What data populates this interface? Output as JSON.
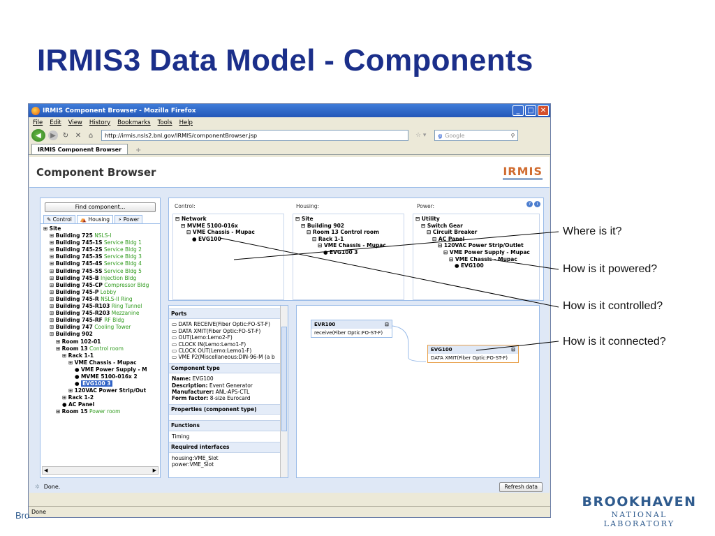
{
  "slide": {
    "title": "IRMIS3 Data Model - Components",
    "callouts": [
      "Where is it?",
      "How is it powered?",
      "How is it controlled?",
      "How is it connected?"
    ],
    "logo_main": "BROOKHAVEN",
    "logo_sub": "NATIONAL LABORATORY",
    "fragment": "Bro"
  },
  "browser": {
    "window_title": "IRMIS Component Browser - Mozilla Firefox",
    "menu": [
      "File",
      "Edit",
      "View",
      "History",
      "Bookmarks",
      "Tools",
      "Help"
    ],
    "url": "http://irmis.nsls2.bnl.gov/IRMIS/componentBrowser.jsp",
    "search_placeholder": "Google",
    "tab_label": "IRMIS Component Browser",
    "status": "Done"
  },
  "app": {
    "page_title": "Component Browser",
    "logo": "IRMIS",
    "find_button": "Find component...",
    "subtabs": [
      "Control",
      "Housing",
      "Power"
    ],
    "tree": [
      {
        "d": 0,
        "t": "Site",
        "x": ""
      },
      {
        "d": 1,
        "t": "Building 725",
        "x": "NSLS-I"
      },
      {
        "d": 1,
        "t": "Building 745-1S",
        "x": "Service Bldg 1"
      },
      {
        "d": 1,
        "t": "Building 745-2S",
        "x": "Service Bldg 2"
      },
      {
        "d": 1,
        "t": "Building 745-3S",
        "x": "Service Bldg 3"
      },
      {
        "d": 1,
        "t": "Building 745-4S",
        "x": "Service Bldg 4"
      },
      {
        "d": 1,
        "t": "Building 745-5S",
        "x": "Service Bldg 5"
      },
      {
        "d": 1,
        "t": "Building 745-B",
        "x": "Injection Bldg"
      },
      {
        "d": 1,
        "t": "Building 745-CP",
        "x": "Compressor Bldg"
      },
      {
        "d": 1,
        "t": "Building 745-P",
        "x": "Lobby"
      },
      {
        "d": 1,
        "t": "Building 745-R",
        "x": "NSLS-II Ring"
      },
      {
        "d": 1,
        "t": "Building 745-R103",
        "x": "Ring Tunnel"
      },
      {
        "d": 1,
        "t": "Building 745-R203",
        "x": "Mezzanine"
      },
      {
        "d": 1,
        "t": "Building 745-RF",
        "x": "RF Bldg"
      },
      {
        "d": 1,
        "t": "Building 747",
        "x": "Cooling Tower"
      },
      {
        "d": 1,
        "t": "Building 902",
        "x": ""
      },
      {
        "d": 2,
        "t": "Room 102-01",
        "x": ""
      },
      {
        "d": 2,
        "t": "Room 13",
        "x": "Control room"
      },
      {
        "d": 3,
        "t": "Rack 1-1",
        "x": ""
      },
      {
        "d": 4,
        "t": "VME Chassis - Mupac",
        "x": ""
      },
      {
        "d": 5,
        "t": "VME Power Supply - M",
        "x": ""
      },
      {
        "d": 5,
        "t": "MVME 5100-016x 2",
        "x": ""
      },
      {
        "d": 5,
        "t": "EVG100 3",
        "x": "",
        "sel": true
      },
      {
        "d": 4,
        "t": "120VAC Power Strip/Out",
        "x": ""
      },
      {
        "d": 3,
        "t": "Rack 1-2",
        "x": ""
      },
      {
        "d": 3,
        "t": "AC Panel",
        "x": ""
      },
      {
        "d": 2,
        "t": "Room 15",
        "x": "Power room"
      }
    ],
    "control": {
      "head": "Control:",
      "rows": [
        "Network",
        "MVME 5100-016x",
        "VME Chassis - Mupac",
        "EVG100"
      ]
    },
    "housing": {
      "head": "Housing:",
      "rows": [
        "Site",
        "Building 902",
        "Room 13 Control room",
        "Rack 1-1",
        "VME Chassis - Mupac",
        "EVG100 3"
      ]
    },
    "power": {
      "head": "Power:",
      "rows": [
        "Utility",
        "Switch Gear",
        "Circuit Breaker",
        "AC Panel",
        "120VAC Power Strip/Outlet",
        "VME Power Supply - Mupac",
        "VME Chassis - Mupac",
        "EVG100"
      ]
    },
    "details": {
      "ports_head": "Ports",
      "ports": [
        "DATA RECEIVE(Fiber Optic:FO-ST-F)",
        "DATA XMIT(Fiber Optic:FO-ST-F)",
        "OUT(Lemo:Lemo2-F)",
        "CLOCK IN(Lemo:Lemo1-F)",
        "CLOCK OUT(Lemo:Lemo1-F)",
        "VME P2(Miscellaneous:DIN-96-M (a b"
      ],
      "ctype_head": "Component type",
      "name_label": "Name:",
      "name_val": "EVG100",
      "desc_label": "Description:",
      "desc_val": "Event Generator",
      "mfr_label": "Manufacturer:",
      "mfr_val": "ANL-APS-CTL",
      "ff_label": "Form factor:",
      "ff_val": "8-size Eurocard",
      "props_head": "Properties (component type)",
      "func_head": "Functions",
      "func_val": "Timing",
      "req_head": "Required interfaces",
      "req_vals": [
        "housing:VME_Slot",
        "power:VME_Slot"
      ]
    },
    "diagram": {
      "evr_title": "EVR100",
      "evr_port": "receive(Fiber Optic:FO-ST-F)",
      "evg_title": "EVG100",
      "evg_port": "DATA XMIT(Fiber Optic:FO-ST-F)"
    },
    "status": "Done.",
    "refresh_button": "Refresh data"
  }
}
